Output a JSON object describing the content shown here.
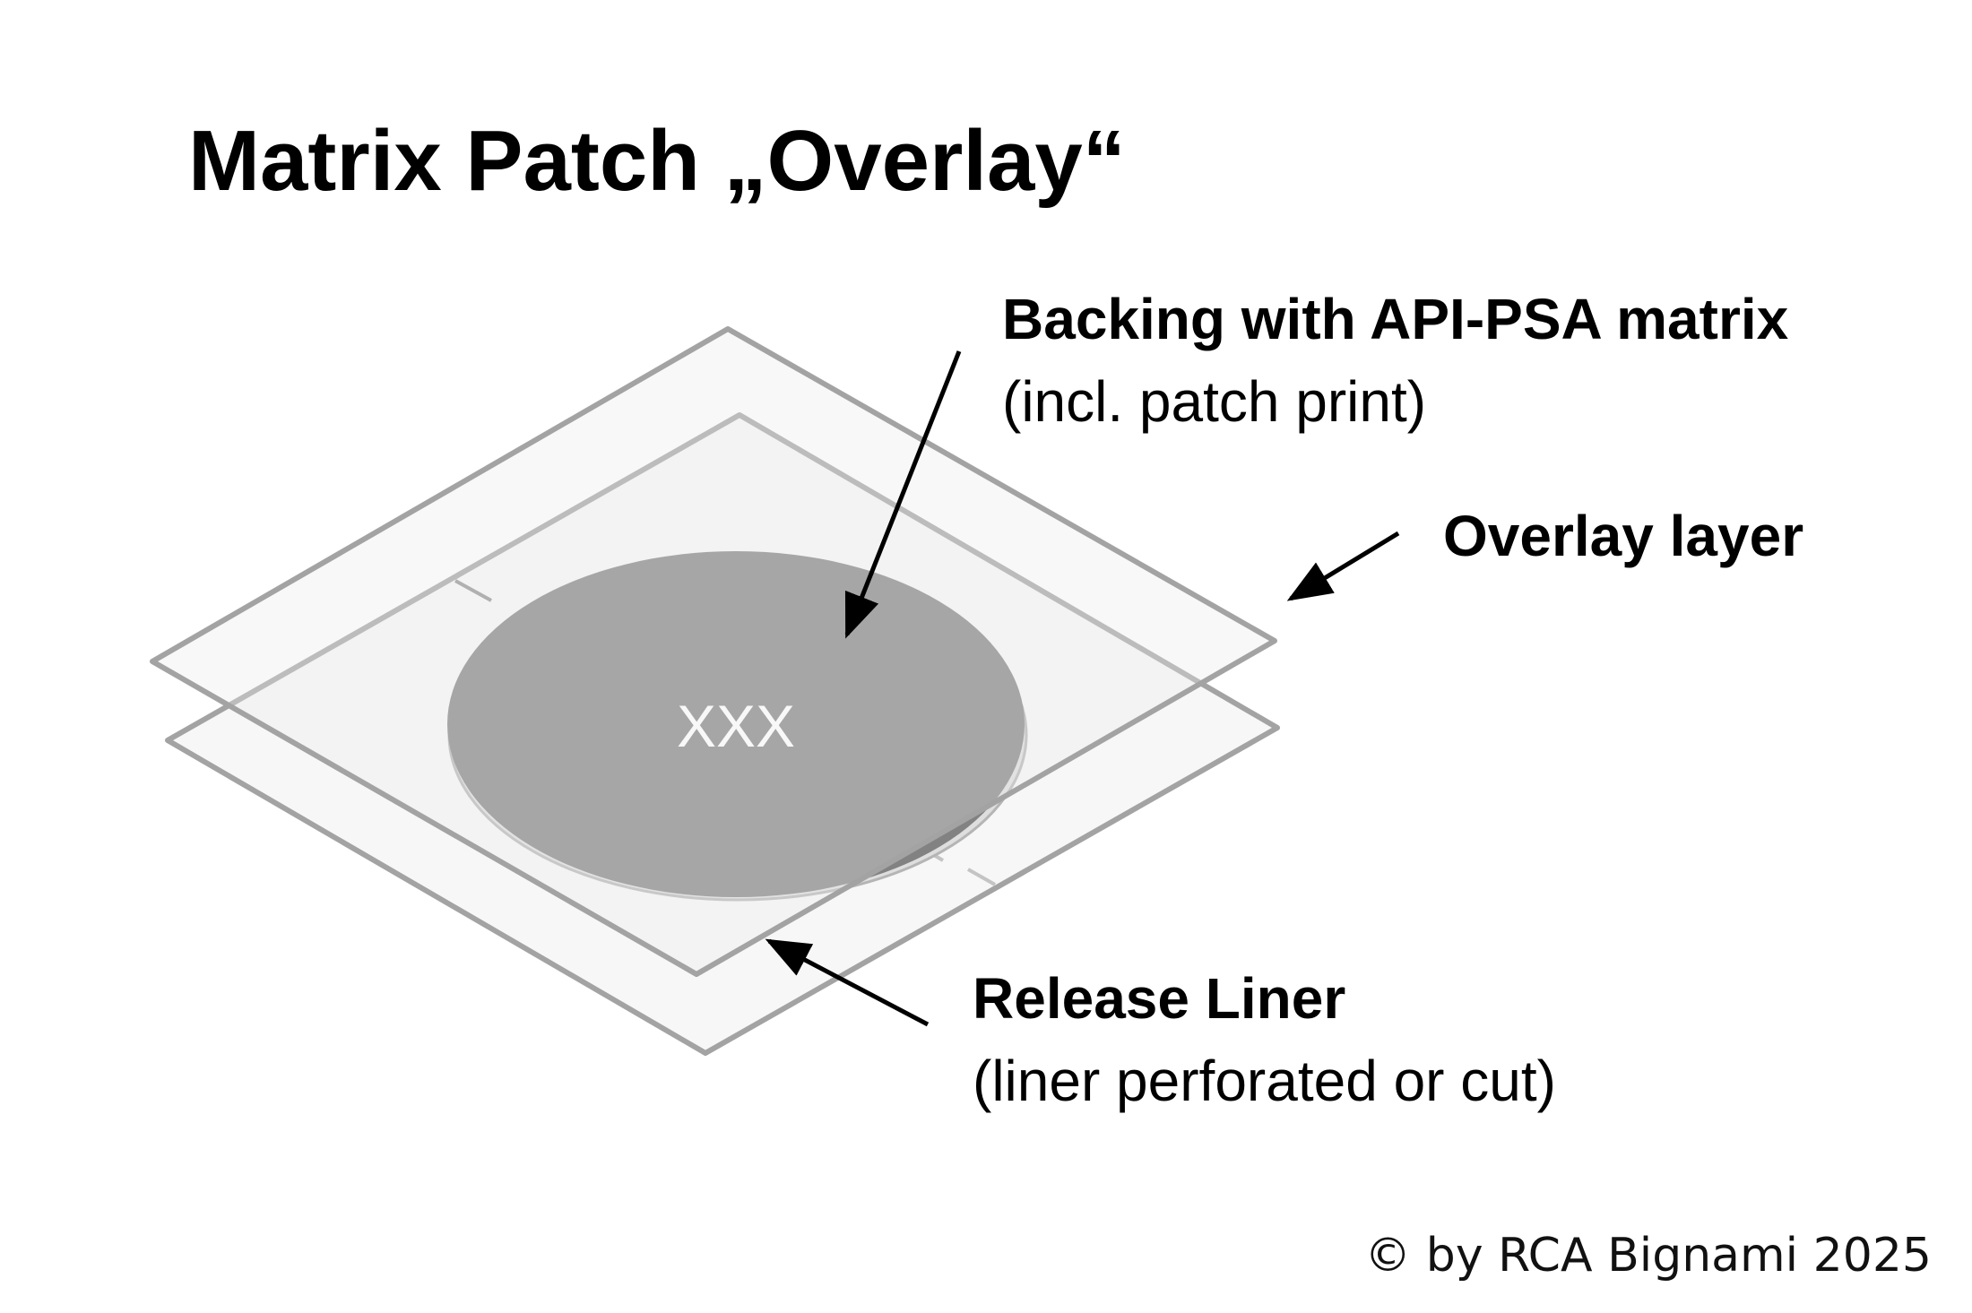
{
  "title": "Matrix Patch „Overlay“",
  "labels": {
    "backing": {
      "heading": "Backing with API-PSA matrix",
      "sub": "(incl. patch print)"
    },
    "overlay": {
      "heading": "Overlay layer"
    },
    "liner": {
      "heading": "Release Liner",
      "sub": "(liner perforated or cut)"
    }
  },
  "patch_print": "XXX",
  "copyright": "© by RCA Bignami 2025",
  "colors": {
    "matrix_disc": "#828282",
    "disc_edge": "#dcdcdc",
    "layer_fill": "#f7f7f7",
    "layer_edge": "#9a9a9a",
    "arrow": "#000000",
    "text": "#000000"
  }
}
